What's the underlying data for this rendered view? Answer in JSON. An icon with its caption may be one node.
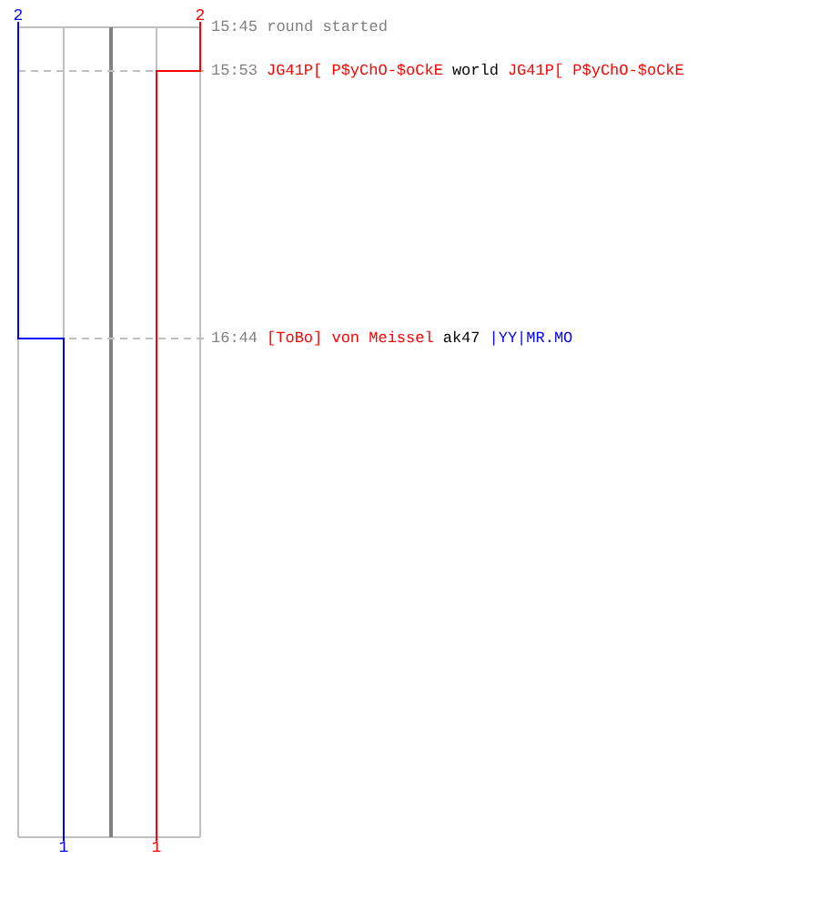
{
  "diagram": {
    "labels": [
      "2",
      "2",
      "15:45 round started",
      "15:53",
      "JG41P[ P$yChO-$oCkE",
      "world",
      "JG41P[ P$yChO-$oCkE",
      "16:44",
      "[ToBo] von Meissel",
      "ak47",
      "|YY|MR.MO",
      "1",
      "1"
    ]
  }
}
